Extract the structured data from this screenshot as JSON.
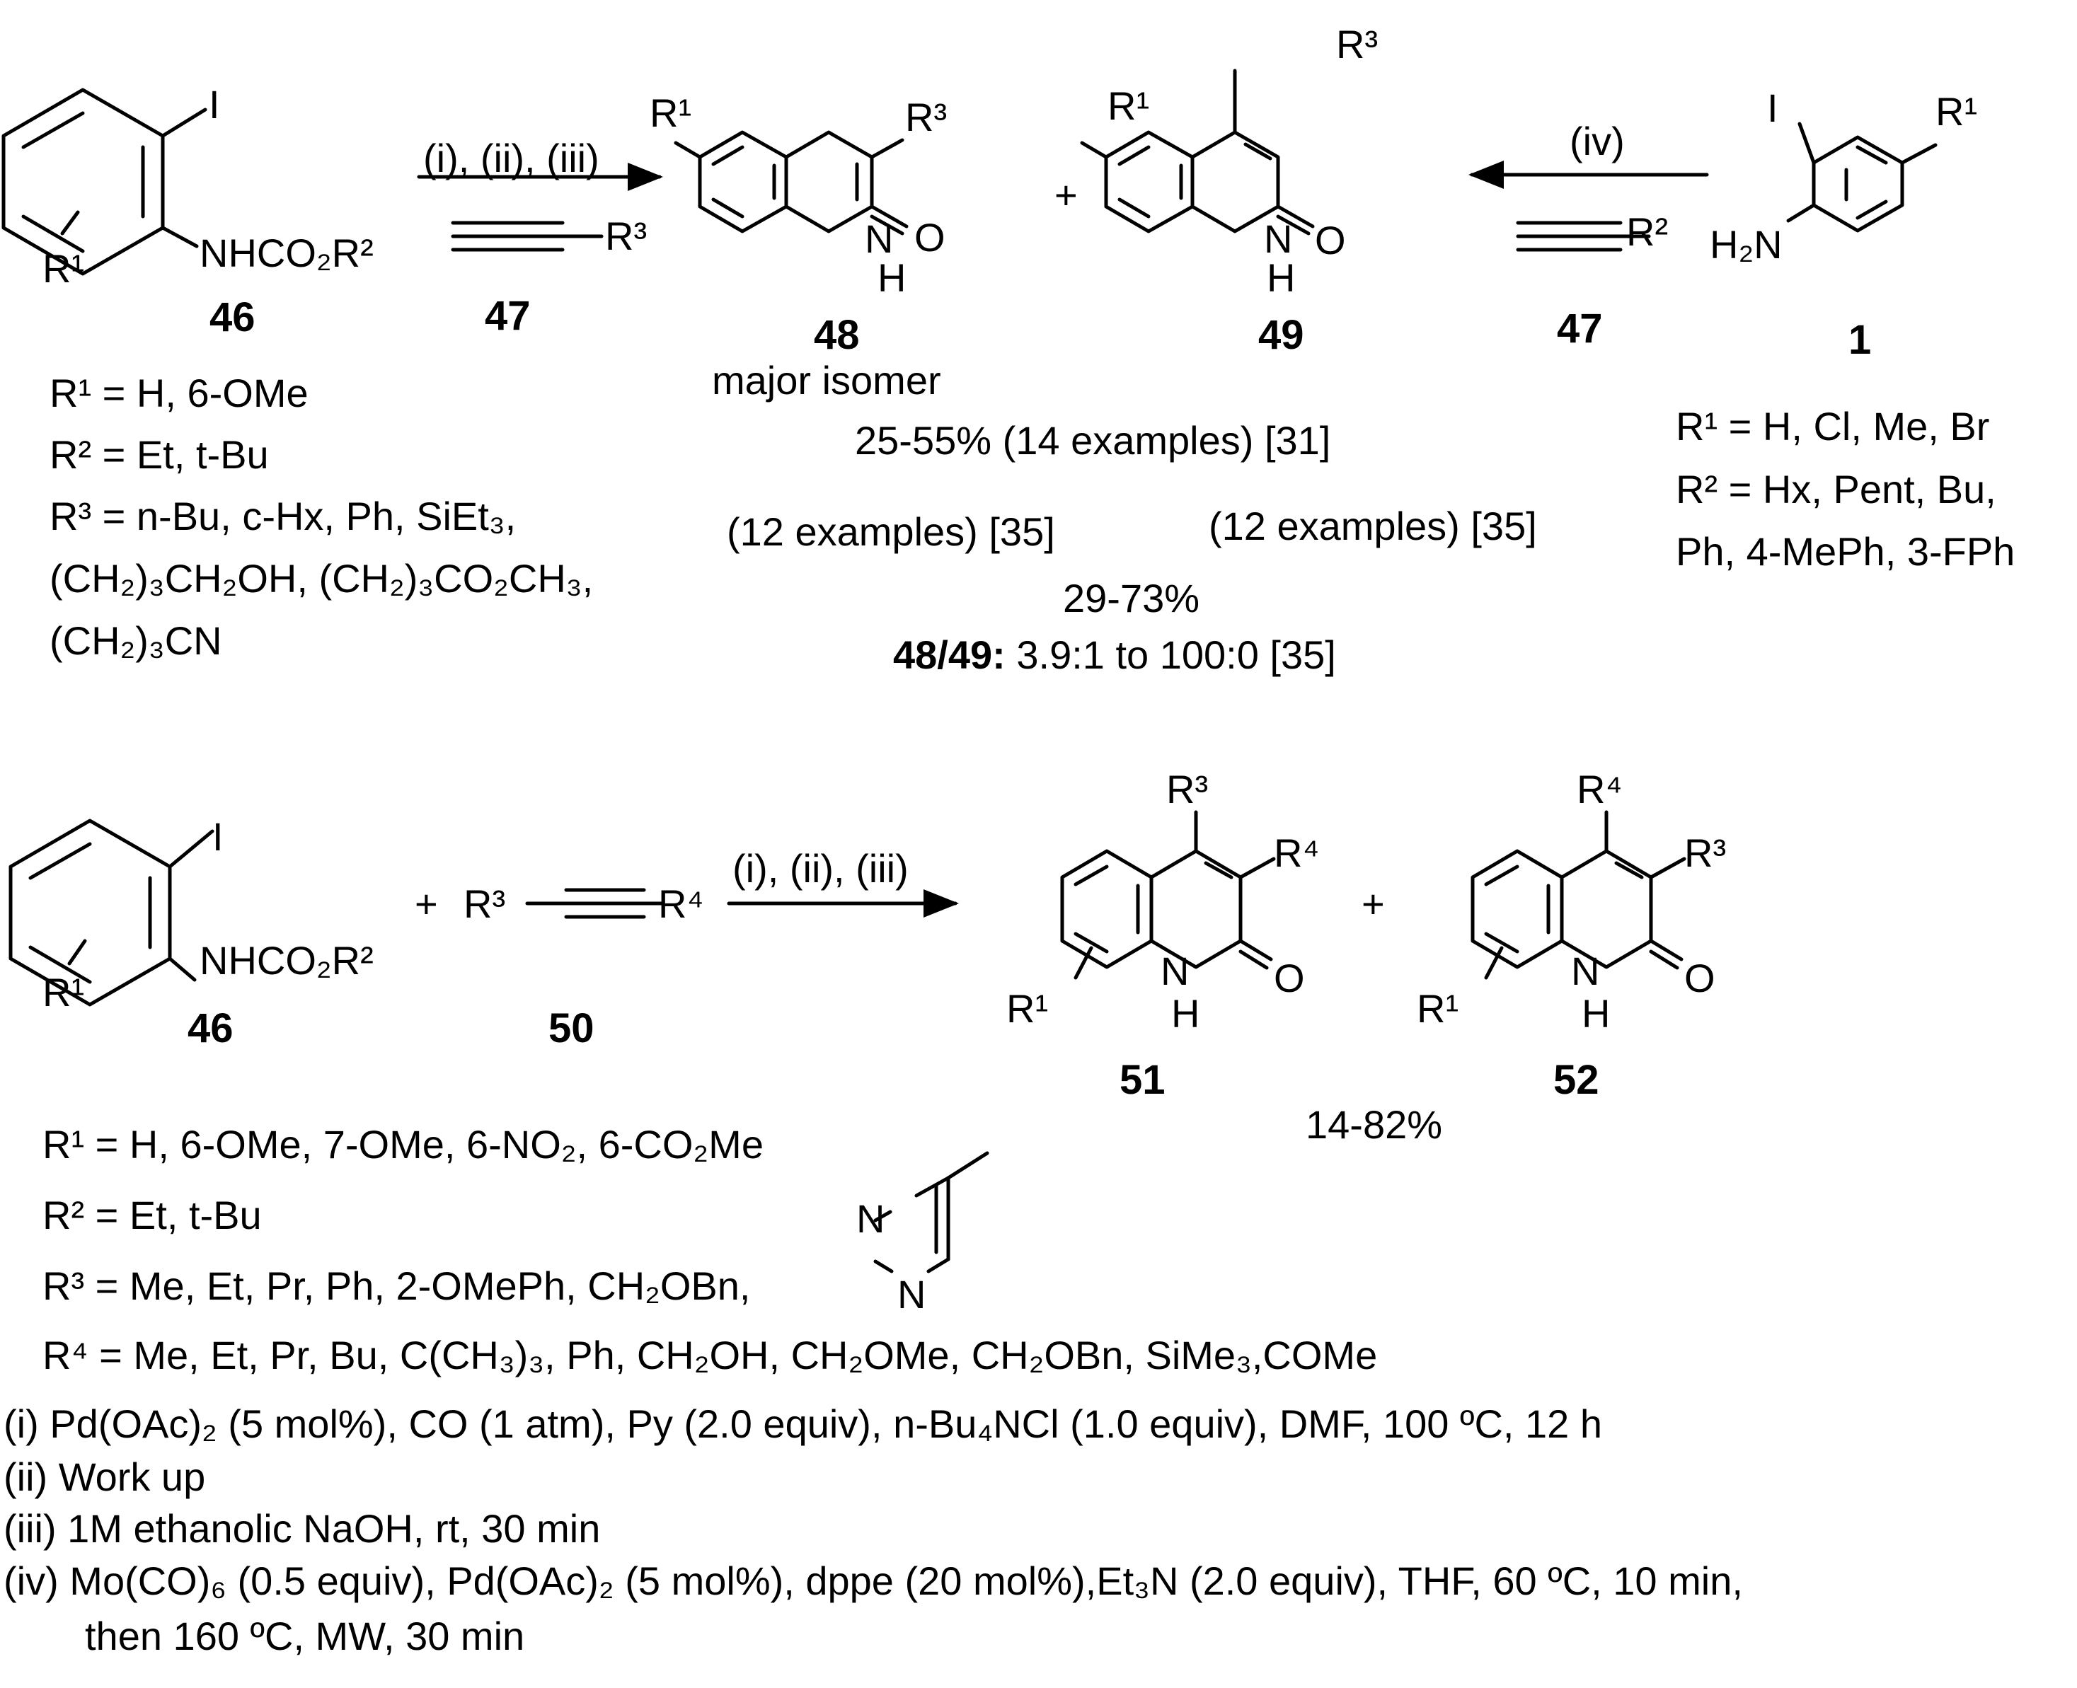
{
  "compounds": {
    "c46": "46",
    "c47": "47",
    "c48": "48",
    "c49": "49",
    "c1": "1",
    "c46b": "46",
    "c50": "50",
    "c51": "51",
    "c52": "52"
  },
  "atoms": {
    "I": "I",
    "O": "O",
    "N": "N",
    "H": "H",
    "plus": "+",
    "NHCO2R2": "NHCO₂R²",
    "H2N": "H₂N",
    "R1": "R¹",
    "R2": "R²",
    "R3": "R³",
    "R4": "R⁴"
  },
  "arrows": {
    "top_left": "(i), (ii), (iii)",
    "top_right": "(iv)",
    "bottom": "(i), (ii), (iii)"
  },
  "top": {
    "major_isomer": "major isomer",
    "yield_31": "25-55% (14 examples) [31]",
    "examples_48": "(12 examples) [35]",
    "examples_49": "(12 examples) [35]",
    "yield_35": "29-73%",
    "ratio_label": "48/49:",
    "ratio_value": "3.9:1 to 100:0 [35]",
    "subs_46": {
      "r1": "R¹ = H, 6-OMe",
      "r2": "R² = Et, t-Bu",
      "r3_line1": "R³ = n-Bu, c-Hx, Ph, SiEt₃,",
      "r3_line2": "(CH₂)₃CH₂OH, (CH₂)₃CO₂CH₃,",
      "r3_line3": "(CH₂)₃CN"
    },
    "subs_1": {
      "r1": "R¹ = H, Cl, Me, Br",
      "r2_line1": "R² = Hx, Pent, Bu,",
      "r2_line2": "Ph, 4-MePh, 3-FPh"
    }
  },
  "bottom": {
    "yield": "14-82%",
    "r1": "R¹ = H, 6-OMe, 7-OMe, 6-NO₂, 6-CO₂Me",
    "r2": "R² = Et, t-Bu",
    "r3": "R³ = Me, Et, Pr, Ph, 2-OMePh, CH₂OBn,",
    "r4": "R⁴ = Me, Et, Pr, Bu, C(CH₃)₃, Ph, CH₂OH, CH₂OMe, CH₂OBn, SiMe₃,COMe"
  },
  "conditions": {
    "i": "(i) Pd(OAc)₂ (5 mol%), CO (1 atm), Py (2.0 equiv), n-Bu₄NCl (1.0 equiv), DMF, 100 ºC, 12 h",
    "ii": "(ii) Work up",
    "iii": "(iii) 1M ethanolic NaOH, rt, 30 min",
    "iv_line1": "(iv) Mo(CO)₆ (0.5 equiv), Pd(OAc)₂ (5 mol%), dppe (20 mol%),Et₃N (2.0 equiv), THF, 60 ºC, 10 min,",
    "iv_line2": "then 160 ºC, MW, 30 min"
  }
}
